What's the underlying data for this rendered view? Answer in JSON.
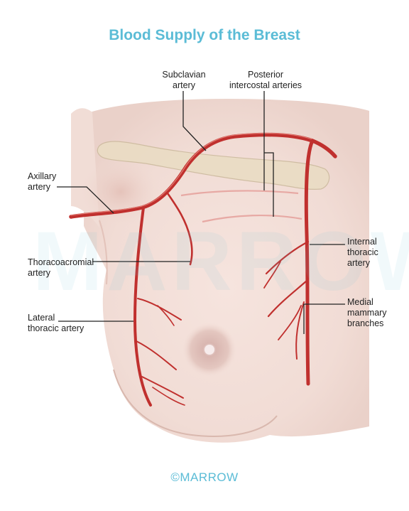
{
  "title": "Blood Supply of the Breast",
  "colors": {
    "title": "#5bbcd6",
    "artery": "#c0302e",
    "artery_highlight": "#e07a72",
    "skin": "#f3e1db",
    "clavicle": "#e9dcc6",
    "leader_line": "#222222",
    "footer": "#5bbcd6"
  },
  "labels": {
    "subclavian": [
      "Subclavian",
      "artery"
    ],
    "posterior_intercostal": [
      "Posterior",
      "intercostal arteries"
    ],
    "axillary": [
      "Axillary",
      "artery"
    ],
    "thoracoacromial": [
      "Thoracoacromial",
      "artery"
    ],
    "lateral_thoracic": [
      "Lateral",
      "thoracic artery"
    ],
    "internal_thoracic": [
      "Internal",
      "thoracic",
      "artery"
    ],
    "medial_mammary": [
      "Medial",
      "mammary",
      "branches"
    ]
  },
  "watermark": "MARROW",
  "footer": "©MARROW"
}
